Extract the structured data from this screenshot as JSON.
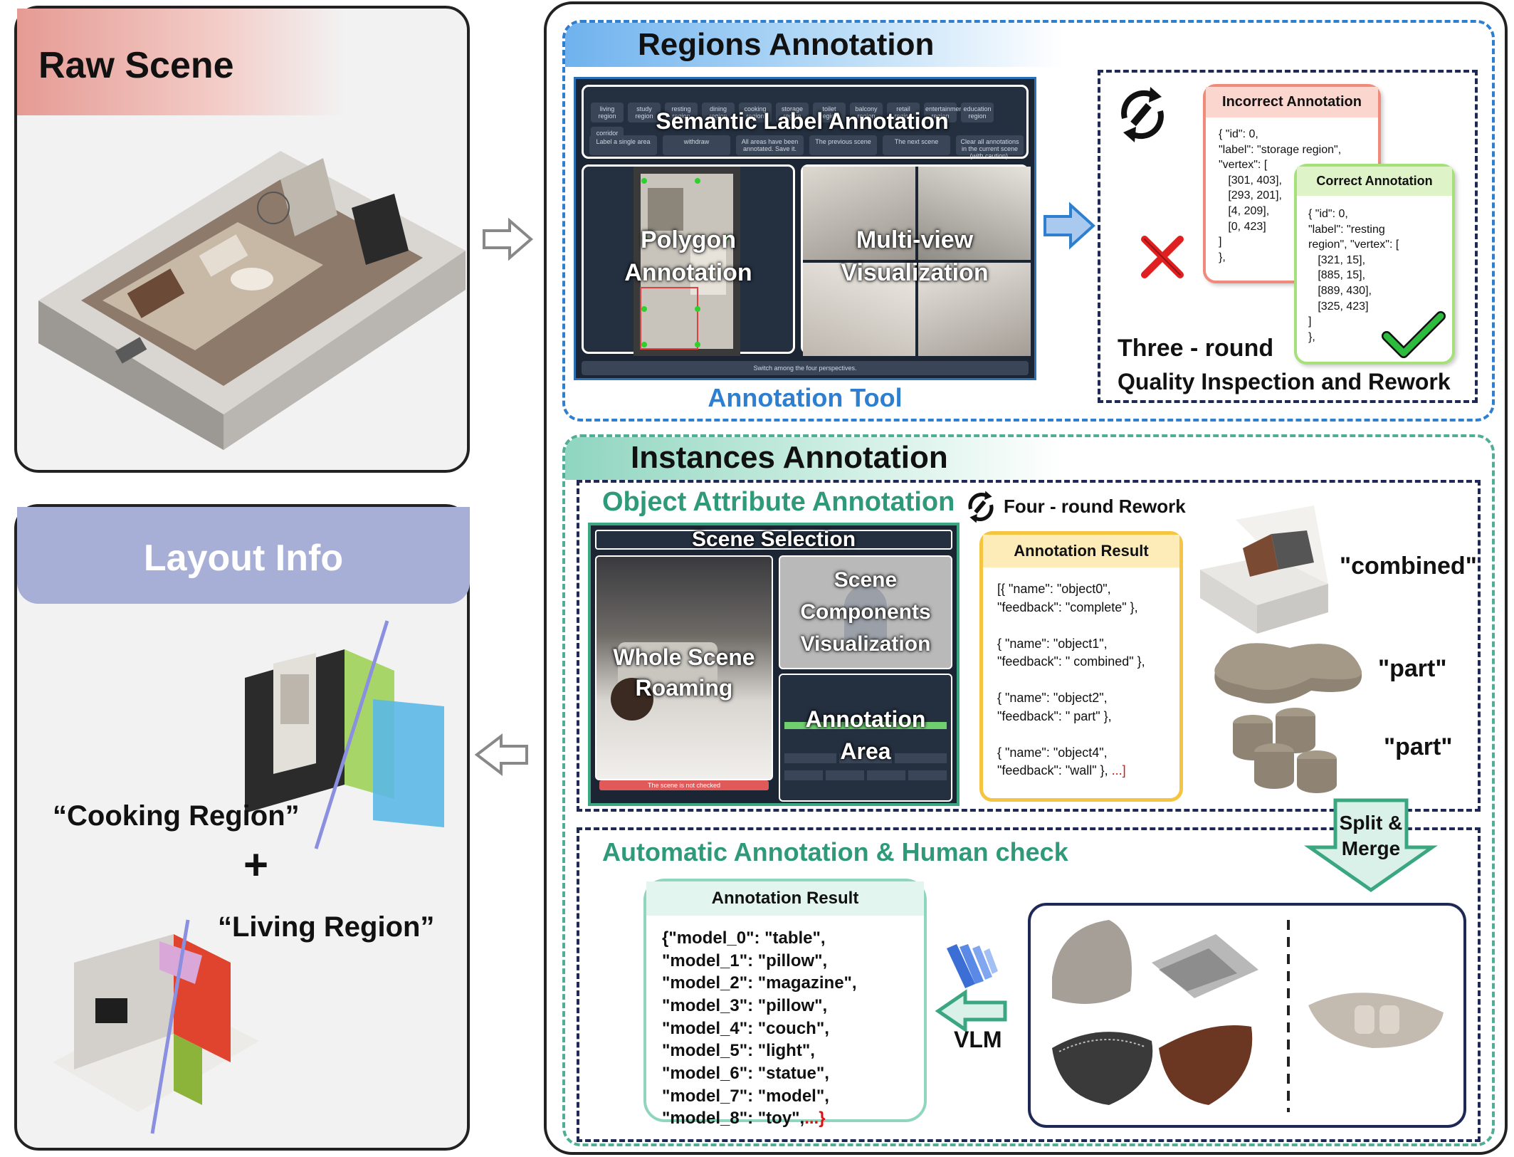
{
  "left": {
    "raw_title": "Raw Scene",
    "layout_title": "Layout Info",
    "cooking_label": "“Cooking Region”",
    "plus": "+",
    "living_label": "“Living Region”"
  },
  "regions": {
    "title": "Regions Annotation",
    "semantic_label": "Semantic Label Annotation",
    "polygon_label": "Polygon\nAnnotation",
    "multiview_label": "Multi-view\nVisualization",
    "tool_caption": "Annotation Tool",
    "footer_bar": "Switch among the four perspectives.",
    "region_chips": [
      "living region",
      "study region",
      "resting region",
      "dining region",
      "cooking region",
      "storage region",
      "toilet region",
      "balcony region",
      "retail region",
      "entertainment region",
      "education region",
      "corridor"
    ],
    "action_buttons": [
      "Label a single area",
      "withdraw",
      "All areas have been annotated. Save it.",
      "The previous scene",
      "The next scene",
      "Clear all annotations in the current scene (with caution)."
    ],
    "incorrect_title": "Incorrect Annotation",
    "incorrect_code": "{ \"id\": 0,\n\"label\": \"storage region\",\n\"vertex\": [\n   [301, 403],\n   [293, 201],\n   [4, 209],\n   [0, 423]\n]\n},",
    "correct_title": "Correct Annotation",
    "correct_code": "{ \"id\": 0,\n\"label\": \"resting\nregion\", \"vertex\": [\n   [321, 15],\n   [885, 15],\n   [889, 430],\n   [325, 423]\n]\n},",
    "qa_line1": "Three - round",
    "qa_line2": "Quality Inspection and Rework"
  },
  "instances": {
    "title": "Instances Annotation",
    "object_attr_title": "Object Attribute Annotation",
    "four_round": "Four - round Rework",
    "scene_selection": "Scene Selection",
    "whole_scene": "Whole Scene\nRoaming",
    "components": "Scene\nComponents\nVisualization",
    "annotation_area": "Annotation\nArea",
    "not_checked": "The scene is not checked",
    "annotation_result_title": "Annotation Result",
    "result_code": "[{ \"name\": \"object0\",\n\"feedback\": \"complete\" },\n\n{ \"name\": \"object1\",\n\"feedback\": \" combined\" },\n\n{ \"name\": \"object2\",\n\"feedback\": \" part\" },\n\n{ \"name\": \"object4\",\n\"feedback\": \"wall\" }, ",
    "result_ellipsis": "...]",
    "combined": "\"combined\"",
    "part1": "\"part\"",
    "part2": "\"part\"",
    "split_merge": "Split &\nMerge",
    "auto_title": "Automatic Annotation  & Human check",
    "auto_result_title": "Annotation Result",
    "auto_code": "{\"model_0\": \"table\",\n\"model_1\": \"pillow\",\n\"model_2\": \"magazine\",\n\"model_3\": \"pillow\",\n\"model_4\": \"couch\",\n\"model_5\": \"light\",\n\"model_6\": \"statue\",\n\"model_7\": \"model\",\n\"model_8\": \"toy\",",
    "auto_ellipsis": "...}",
    "vlm": "VLM"
  },
  "colors": {
    "raw_header": "#e8a7a0",
    "layout_header": "#a8afd6",
    "regions_accent": "#2f7fd0",
    "instances_accent": "#4fae95",
    "incorrect": "#f08a7a",
    "correct": "#a6e07a",
    "result_border": "#f5c542"
  }
}
